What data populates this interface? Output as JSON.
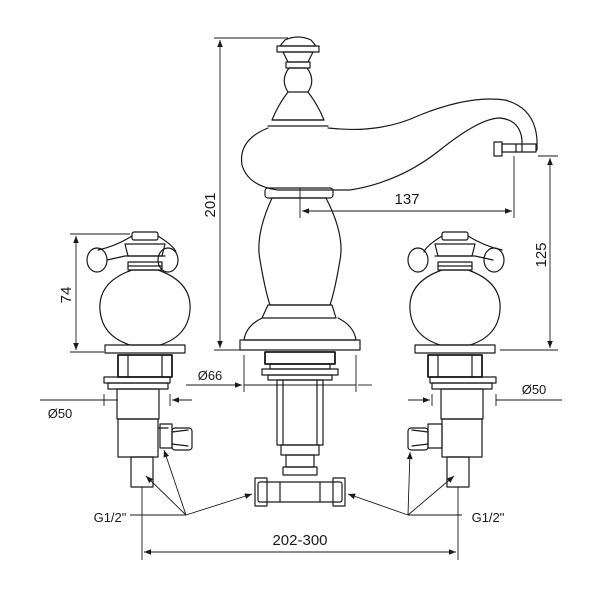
{
  "dimensions": {
    "spout_height": "201",
    "spout_reach": "137",
    "spout_outlet_height": "125",
    "handle_height": "74",
    "spout_base_diameter": "Ø66",
    "handle_diameter_left": "Ø50",
    "handle_diameter_right": "Ø50",
    "connection_left": "G1/2\"",
    "connection_right": "G1/2\"",
    "center_distance": "202-300"
  }
}
